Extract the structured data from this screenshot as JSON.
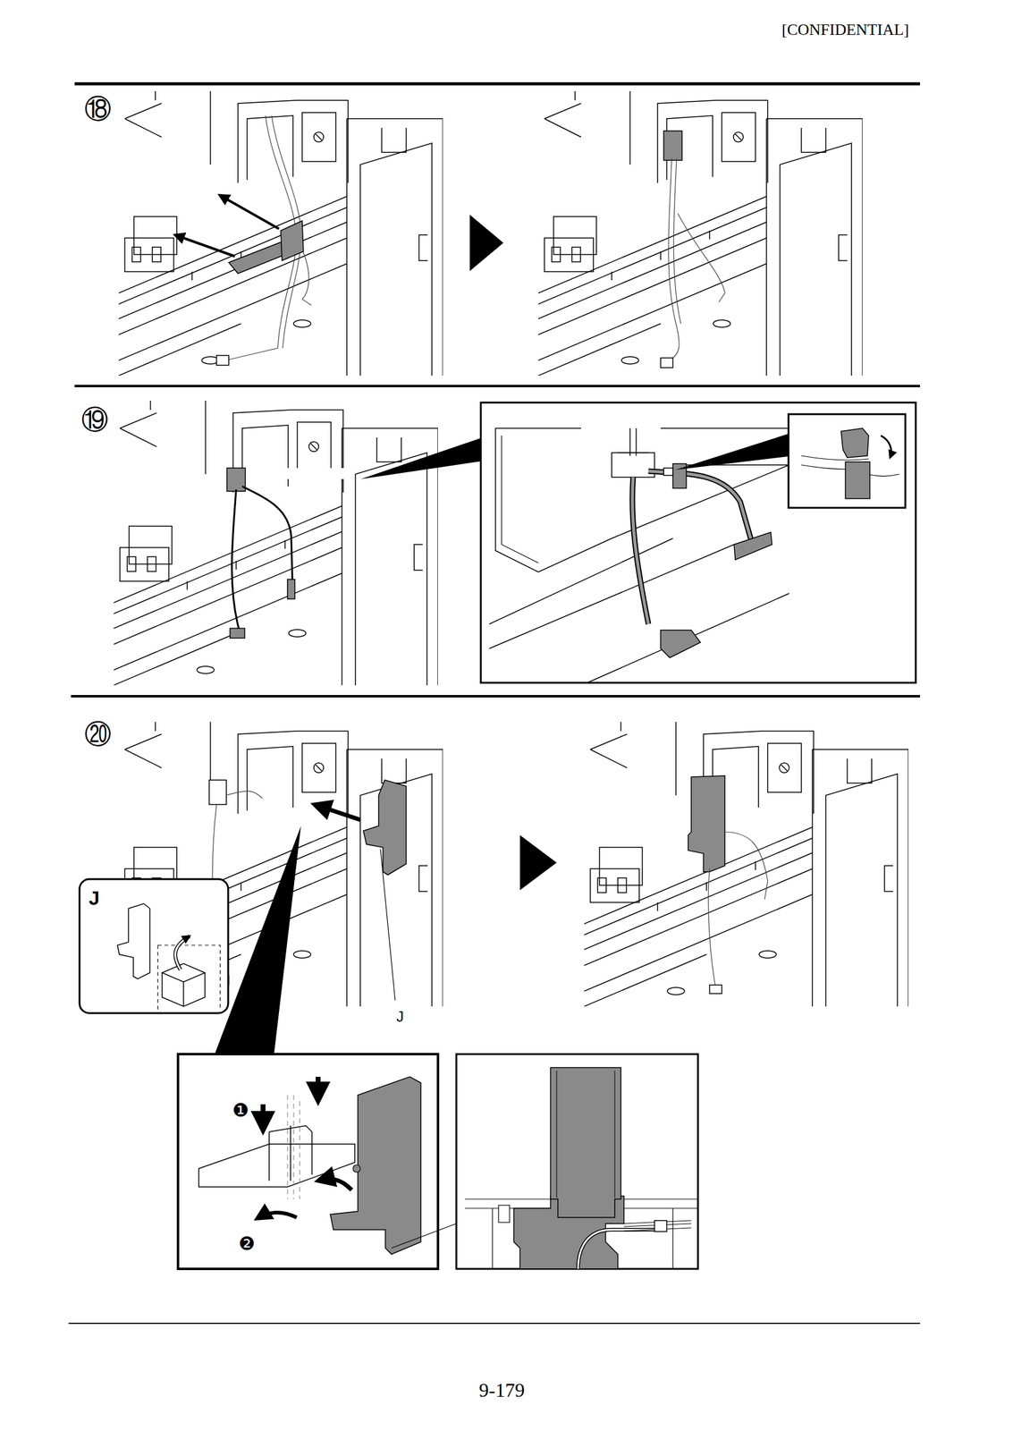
{
  "diagram": {
    "labels": [
      "[CONFIDENTIAL]",
      "⑱",
      "⑲",
      "⑳",
      "J",
      "J",
      "❶",
      "❷",
      "9-179"
    ]
  }
}
